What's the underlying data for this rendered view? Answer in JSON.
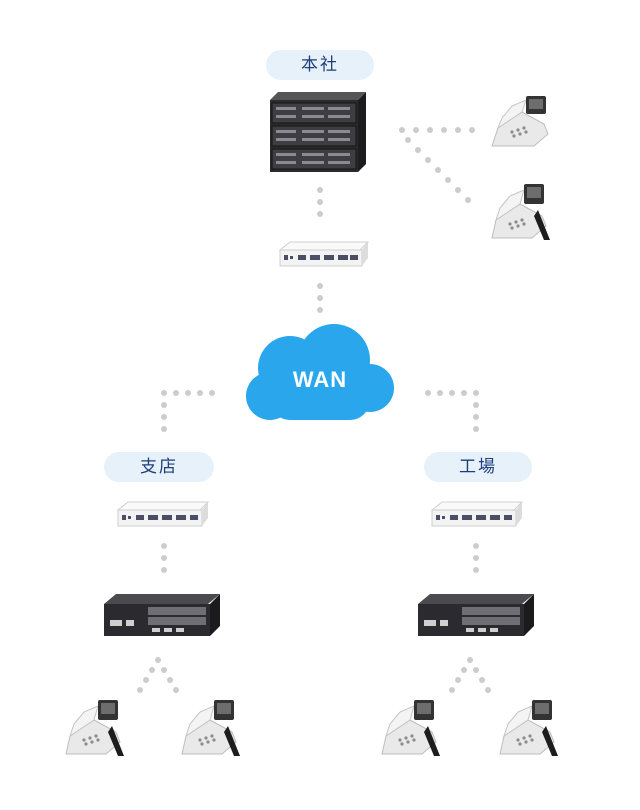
{
  "sites": {
    "hq": {
      "label": "本社"
    },
    "branch": {
      "label": "支店"
    },
    "factory": {
      "label": "工場"
    }
  },
  "network": {
    "label": "WAN"
  },
  "colors": {
    "cloud": "#2aa7ec",
    "pill_bg": "#e6f1f9",
    "pill_text": "#1f3d7a",
    "dot": "#cccccc",
    "device_dark": "#2b2b2f",
    "router": "#f3f3f3"
  },
  "icons": {
    "hq_server": "rack-server-icon",
    "pbx": "pbx-unit-icon",
    "router": "gateway-router-icon",
    "phone": "desk-phone-icon",
    "cloud": "cloud-icon"
  }
}
